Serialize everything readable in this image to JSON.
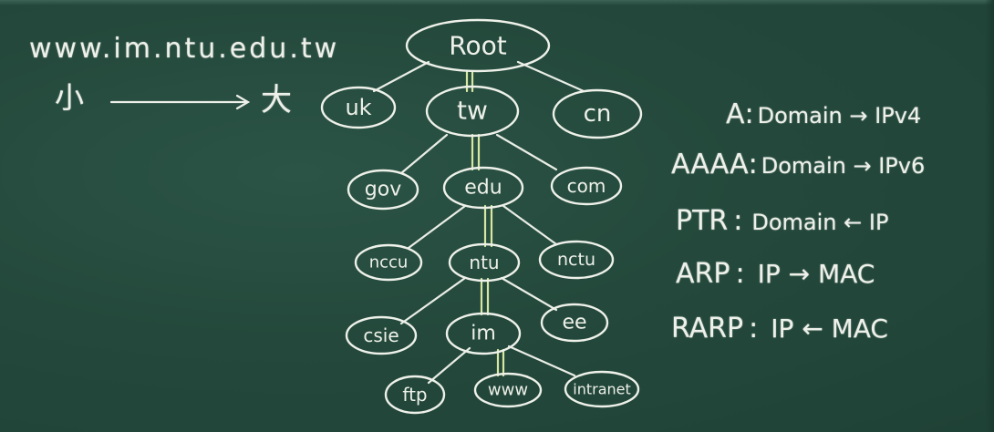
{
  "left": {
    "domain": "www.im.ntu.edu.tw",
    "small": "小",
    "big": "大"
  },
  "tree": {
    "root": "Root",
    "level1": [
      "uk",
      "tw",
      "cn"
    ],
    "level2": [
      "gov",
      "edu",
      "com"
    ],
    "level3": [
      "nccu",
      "ntu",
      "nctu"
    ],
    "level4": [
      "csie",
      "im",
      "ee"
    ],
    "level5": [
      "ftp",
      "www",
      "intranet"
    ]
  },
  "records": [
    {
      "type": "A",
      "sep": ":",
      "desc": "Domain → IPv4"
    },
    {
      "type": "AAAA",
      "sep": ":",
      "desc": "Domain → IPv6"
    },
    {
      "type": "PTR",
      "sep": ":",
      "desc": "Domain ← IP"
    },
    {
      "type": "ARP",
      "sep": ":",
      "desc": "IP → MAC"
    },
    {
      "type": "RARP",
      "sep": ":",
      "desc": "IP ← MAC"
    }
  ],
  "colors": {
    "board": "#234a3d",
    "chalk": "#eef0ea",
    "highlight_path": "#d8e6a2"
  }
}
